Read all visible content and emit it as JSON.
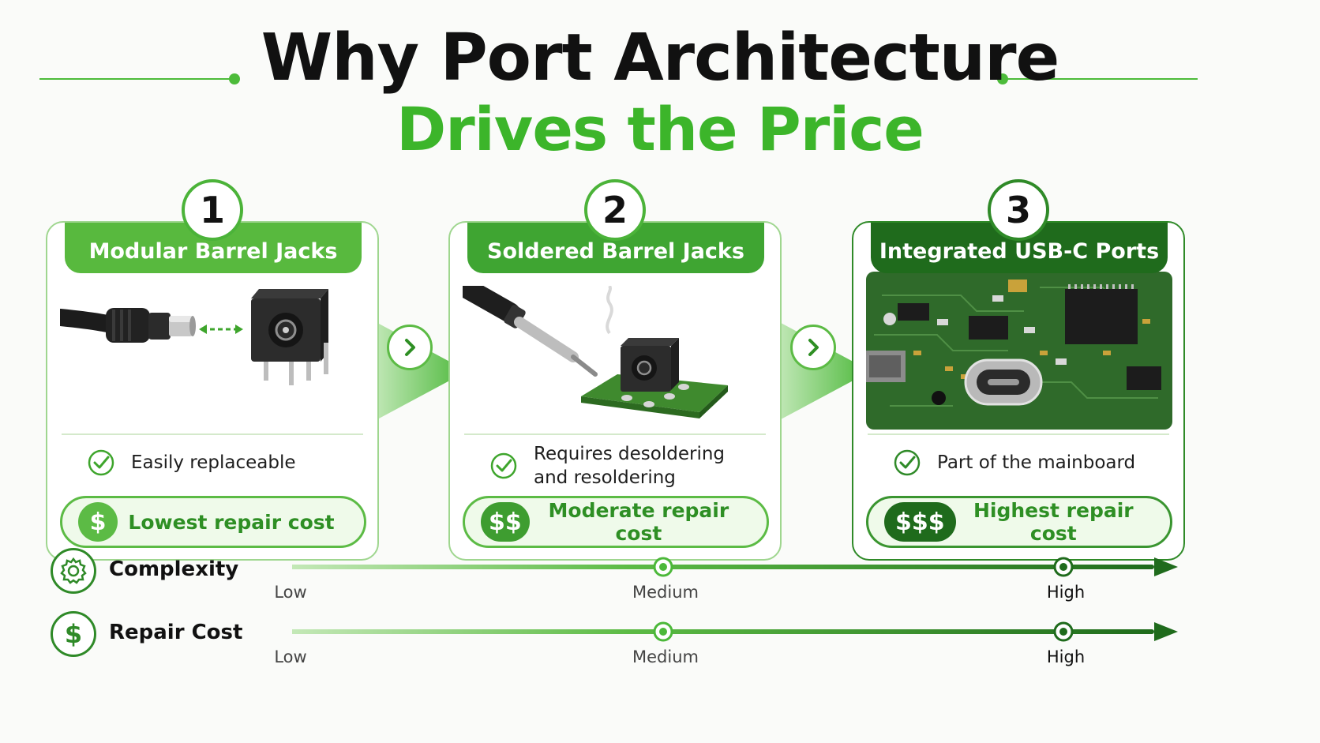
{
  "title": {
    "line1": "Why Port Architecture",
    "line2": "Drives the Price"
  },
  "colors": {
    "accent_light": "#5cbb45",
    "accent_mid": "#3e9d30",
    "accent_dark": "#1f6b1c",
    "title_green": "#3cb52a"
  },
  "cards": [
    {
      "number": "1",
      "title": "Modular Barrel Jacks",
      "feature": "Easily replaceable",
      "cost_symbol": "$",
      "cost_label": "Lowest repair cost",
      "illustration": "barrel-plug-and-jack"
    },
    {
      "number": "2",
      "title": "Soldered Barrel Jacks",
      "feature_line1": "Requires desoldering",
      "feature_line2": "and resoldering",
      "cost_symbol": "$$",
      "cost_label": "Moderate repair cost",
      "illustration": "soldering-iron-on-pcb"
    },
    {
      "number": "3",
      "title": "Integrated USB-C Ports",
      "feature": "Part of the mainboard",
      "cost_symbol": "$$$",
      "cost_label": "Highest repair cost",
      "illustration": "usb-c-on-mainboard"
    }
  ],
  "scales": [
    {
      "name": "Complexity",
      "icon": "gear-icon",
      "ticks": [
        "Low",
        "Medium",
        "High"
      ]
    },
    {
      "name": "Repair Cost",
      "icon": "dollar-icon",
      "ticks": [
        "Low",
        "Medium",
        "High"
      ]
    }
  ],
  "icons": {
    "check": "check-circle-icon",
    "connector_arrow": "chevron-right-icon"
  }
}
